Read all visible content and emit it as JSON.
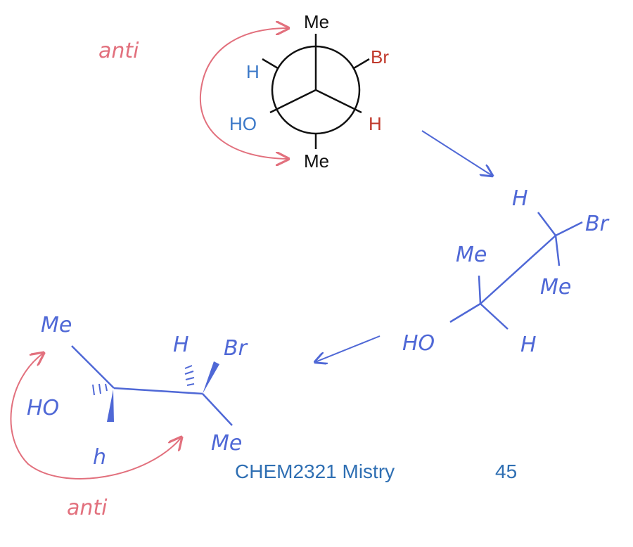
{
  "colors": {
    "black": "#111111",
    "typed_blue": "#3b78c8",
    "typed_red": "#c0392b",
    "pen_blue": "#4f68d6",
    "pen_pink": "#e2707d",
    "footer_blue": "#2f6fb3"
  },
  "newman": {
    "front_top": "Me",
    "front_bottom_left": "HO",
    "front_bottom_right": "H",
    "back_top_left": "H",
    "back_top_right": "Br",
    "back_bottom": "Me"
  },
  "annotations": {
    "anti_top": "anti",
    "anti_bottom": "anti"
  },
  "sawhorse": {
    "top_h": "H",
    "top_br": "Br",
    "top_me": "Me",
    "lower_me": "Me",
    "lower_ho": "HO",
    "lower_h": "H"
  },
  "zigzag": {
    "left_me": "Me",
    "left_ho": "HO",
    "left_h": "h",
    "right_h": "H",
    "right_br": "Br",
    "right_me": "Me"
  },
  "footer": {
    "course": "CHEM2321 Mistry",
    "page": "45"
  }
}
